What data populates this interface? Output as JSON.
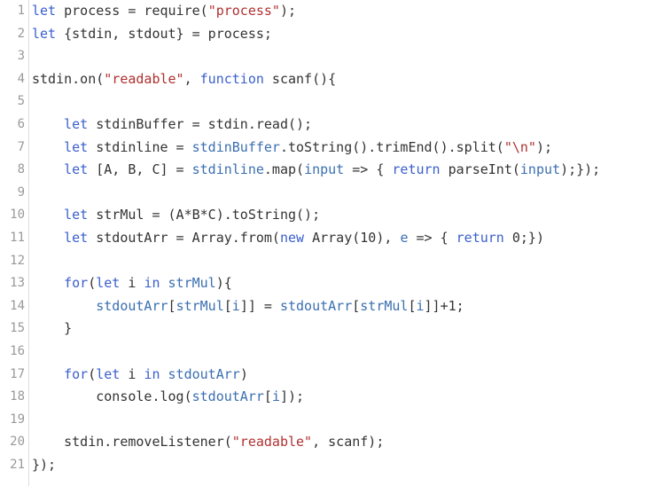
{
  "editor": {
    "lines": [
      {
        "no": "1",
        "tokens": [
          {
            "t": "let",
            "c": "kw"
          },
          {
            "t": " process = require(",
            "c": "pl"
          },
          {
            "t": "\"process\"",
            "c": "str"
          },
          {
            "t": ");",
            "c": "pl"
          }
        ]
      },
      {
        "no": "2",
        "tokens": [
          {
            "t": "let",
            "c": "kw"
          },
          {
            "t": " {stdin, stdout} = process;",
            "c": "pl"
          }
        ]
      },
      {
        "no": "3",
        "tokens": []
      },
      {
        "no": "4",
        "tokens": [
          {
            "t": "stdin.on(",
            "c": "pl"
          },
          {
            "t": "\"readable\"",
            "c": "str"
          },
          {
            "t": ", ",
            "c": "pl"
          },
          {
            "t": "function",
            "c": "kw"
          },
          {
            "t": " scanf(){",
            "c": "pl"
          }
        ]
      },
      {
        "no": "5",
        "tokens": []
      },
      {
        "no": "6",
        "tokens": [
          {
            "t": "    ",
            "c": "pl"
          },
          {
            "t": "let",
            "c": "kw"
          },
          {
            "t": " stdinBuffer = stdin.read();",
            "c": "pl"
          }
        ]
      },
      {
        "no": "7",
        "tokens": [
          {
            "t": "    ",
            "c": "pl"
          },
          {
            "t": "let",
            "c": "kw"
          },
          {
            "t": " stdinline = ",
            "c": "pl"
          },
          {
            "t": "stdinBuffer",
            "c": "id"
          },
          {
            "t": ".toString().trimEnd().split(",
            "c": "pl"
          },
          {
            "t": "\"\\n\"",
            "c": "str"
          },
          {
            "t": ");",
            "c": "pl"
          }
        ]
      },
      {
        "no": "8",
        "tokens": [
          {
            "t": "    ",
            "c": "pl"
          },
          {
            "t": "let",
            "c": "kw"
          },
          {
            "t": " [A, B, C] = ",
            "c": "pl"
          },
          {
            "t": "stdinline",
            "c": "id"
          },
          {
            "t": ".map(",
            "c": "pl"
          },
          {
            "t": "input",
            "c": "id"
          },
          {
            "t": " => { ",
            "c": "pl"
          },
          {
            "t": "return",
            "c": "kw"
          },
          {
            "t": " parseInt(",
            "c": "pl"
          },
          {
            "t": "input",
            "c": "id"
          },
          {
            "t": ");});",
            "c": "pl"
          }
        ]
      },
      {
        "no": "9",
        "tokens": []
      },
      {
        "no": "10",
        "tokens": [
          {
            "t": "    ",
            "c": "pl"
          },
          {
            "t": "let",
            "c": "kw"
          },
          {
            "t": " strMul = (A*B*C).toString();",
            "c": "pl"
          }
        ]
      },
      {
        "no": "11",
        "tokens": [
          {
            "t": "    ",
            "c": "pl"
          },
          {
            "t": "let",
            "c": "kw"
          },
          {
            "t": " stdoutArr = Array.from(",
            "c": "pl"
          },
          {
            "t": "new",
            "c": "kw"
          },
          {
            "t": " Array(10), ",
            "c": "pl"
          },
          {
            "t": "e",
            "c": "id"
          },
          {
            "t": " => { ",
            "c": "pl"
          },
          {
            "t": "return",
            "c": "kw"
          },
          {
            "t": " 0;})",
            "c": "pl"
          }
        ]
      },
      {
        "no": "12",
        "tokens": []
      },
      {
        "no": "13",
        "tokens": [
          {
            "t": "    ",
            "c": "pl"
          },
          {
            "t": "for",
            "c": "kw"
          },
          {
            "t": "(",
            "c": "pl"
          },
          {
            "t": "let",
            "c": "kw"
          },
          {
            "t": " i ",
            "c": "pl"
          },
          {
            "t": "in",
            "c": "kw"
          },
          {
            "t": " ",
            "c": "pl"
          },
          {
            "t": "strMul",
            "c": "id"
          },
          {
            "t": "){",
            "c": "pl"
          }
        ]
      },
      {
        "no": "14",
        "tokens": [
          {
            "t": "        ",
            "c": "pl"
          },
          {
            "t": "stdoutArr",
            "c": "id"
          },
          {
            "t": "[",
            "c": "pl"
          },
          {
            "t": "strMul",
            "c": "id"
          },
          {
            "t": "[",
            "c": "pl"
          },
          {
            "t": "i",
            "c": "id"
          },
          {
            "t": "]] = ",
            "c": "pl"
          },
          {
            "t": "stdoutArr",
            "c": "id"
          },
          {
            "t": "[",
            "c": "pl"
          },
          {
            "t": "strMul",
            "c": "id"
          },
          {
            "t": "[",
            "c": "pl"
          },
          {
            "t": "i",
            "c": "id"
          },
          {
            "t": "]]+1;",
            "c": "pl"
          }
        ]
      },
      {
        "no": "15",
        "tokens": [
          {
            "t": "    }",
            "c": "pl"
          }
        ]
      },
      {
        "no": "16",
        "tokens": []
      },
      {
        "no": "17",
        "tokens": [
          {
            "t": "    ",
            "c": "pl"
          },
          {
            "t": "for",
            "c": "kw"
          },
          {
            "t": "(",
            "c": "pl"
          },
          {
            "t": "let",
            "c": "kw"
          },
          {
            "t": " i ",
            "c": "pl"
          },
          {
            "t": "in",
            "c": "kw"
          },
          {
            "t": " ",
            "c": "pl"
          },
          {
            "t": "stdoutArr",
            "c": "id"
          },
          {
            "t": ")",
            "c": "pl"
          }
        ]
      },
      {
        "no": "18",
        "tokens": [
          {
            "t": "        console.log(",
            "c": "pl"
          },
          {
            "t": "stdoutArr",
            "c": "id"
          },
          {
            "t": "[",
            "c": "pl"
          },
          {
            "t": "i",
            "c": "id"
          },
          {
            "t": "]);",
            "c": "pl"
          }
        ]
      },
      {
        "no": "19",
        "tokens": []
      },
      {
        "no": "20",
        "tokens": [
          {
            "t": "    stdin.removeListener(",
            "c": "pl"
          },
          {
            "t": "\"readable\"",
            "c": "str"
          },
          {
            "t": ", scanf);",
            "c": "pl"
          }
        ]
      },
      {
        "no": "21",
        "tokens": [
          {
            "t": "});",
            "c": "pl"
          }
        ]
      }
    ]
  }
}
